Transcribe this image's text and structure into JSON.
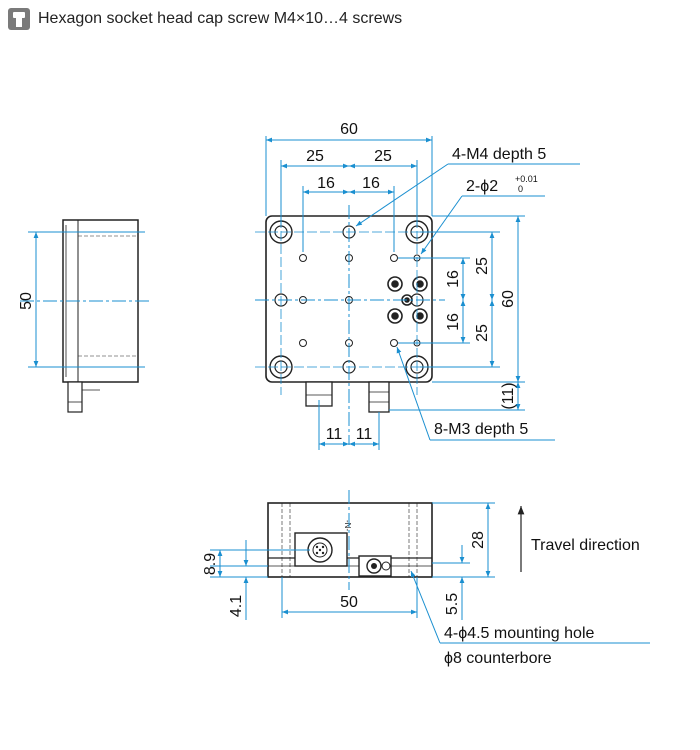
{
  "header": {
    "icon": "screw-icon",
    "icon_color": "#7a7a7a",
    "text": "Hexagon socket head cap screw M4×10…4 screws"
  },
  "colors": {
    "dimension": "#1a8fd0",
    "outline": "#222222"
  },
  "top_view": {
    "width": "60",
    "half_left": "25",
    "half_right": "25",
    "inner_left": "16",
    "inner_right": "16",
    "note_m4": "4-M4 depth 5",
    "note_pin": "2-ϕ2",
    "pin_tol_upper": "+0.01",
    "pin_tol_lower": "0",
    "v_upper": "25",
    "v_inner_upper": "16",
    "v_inner_lower": "16",
    "v_lower": "25",
    "v_total": "60",
    "v_offset": "(11)",
    "bottom_left": "11",
    "bottom_right": "11",
    "note_m3": "8-M3 depth 5"
  },
  "side_view": {
    "height": "50"
  },
  "front_view": {
    "height": "28",
    "dim_89": "8.9",
    "dim_41": "4.1",
    "dim_55": "5.5",
    "mount_width": "50",
    "travel_label": "Travel direction",
    "mount_hole": "4-ϕ4.5 mounting hole",
    "counterbore": "ϕ8 counterbore"
  }
}
